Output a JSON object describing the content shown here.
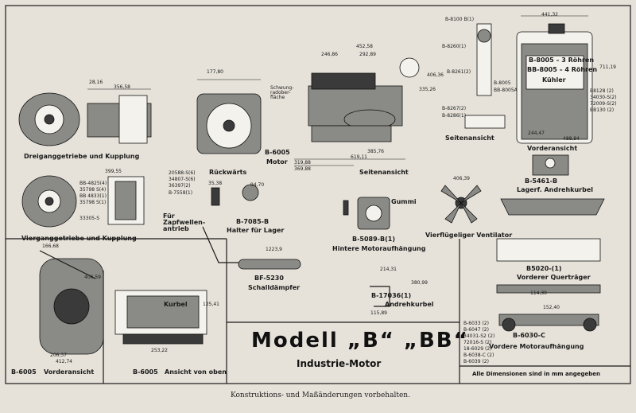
{
  "title": "Modell „B“ „BB“",
  "subtitle": "Industrie-Motor",
  "footnote": "Konstruktions- und Maßänderungen vorbehalten.",
  "dims_note": "Alle Dimensionen sind in mm angegeben",
  "captions": {
    "dreigang": "Dreiganggetriebe und Kupplung",
    "viergang": "Vierganggetriebe und Kupplung",
    "rueckwaerts": "Rückwärts",
    "motor_code": "B-6005",
    "motor": "Motor",
    "seitenansicht": "Seitenansicht",
    "seitenansicht_small": "Seitenansicht",
    "kuehler": "Kühler",
    "kuehler_5": "B-8005 – 3 Röhren",
    "kuehler_bb": "BB-8005 – 4 Röhren",
    "vorderansicht_k": "Vorderansicht",
    "lagerf_code": "B-5461-B",
    "lagerf": "Lagerf. Andrehkurbel",
    "zapfwellen": "Für Zapfwellen-antrieb",
    "halter_code": "B-7085-B",
    "halter": "Halter für Lager",
    "hintere_code": "B-5089-B(1)",
    "hintere": "Hintere Motoraufhängung",
    "gummi": "Gummi",
    "ventilator": "Vierflügeliger Ventilator",
    "querträger_code": "B5020-(1)",
    "querträger": "Vorderer Querträger",
    "schall_code": "BF-5230",
    "schall": "Schalldämpfer",
    "kurbel_code": "B-17036(1)",
    "kurbel": "Andrehkurbel",
    "kurbel_lbl": "Kurbel",
    "vordere_code": "B-6030-C",
    "vordere": "Vordere Motoraufhängung",
    "b6005_v": "B-6005",
    "vorderansicht": "Vorderansicht",
    "b6005_o": "B-6005",
    "oben": "Ansicht von oben",
    "schwung": "Schwung-radober-fläche"
  },
  "part_numbers": {
    "radiator_top": "B-8100 B(1)",
    "radiator_side_a": "B-8260(1)",
    "radiator_side_b": "B-8261(2)",
    "radiator_side_c": "B-8267(2)",
    "radiator_side_d": "B-8286(1)",
    "radiator_mid": "B-8005",
    "radiator_mid2": "BB-8005A",
    "radiator_right": [
      "B8128 (2)",
      "34030-S(2)",
      "72009-S(2)",
      "BB130 (2)"
    ],
    "trans_a": [
      "BB-4825(4)",
      "35798 S(4)",
      "BB 4833(1)",
      "35798 S(1)"
    ],
    "trans_b": [
      "20588-S(6)",
      "34807-S(6)",
      "36397(2)",
      "B-7558(1)"
    ],
    "trans_c": "33305-S",
    "motor_mount": [
      "B-6033 (2)",
      "B-6047 (2)",
      "34031-S2 (2)",
      "72016-S (2)",
      "18-6029 (2)",
      "B-6038-C (2)",
      "B-6039 (2)"
    ]
  },
  "dimensions": {
    "d44132": "441,32",
    "d71119": "711,19",
    "d45258": "452,58",
    "d24686": "246,86",
    "d29289": "292,89",
    "d40636": "406,36",
    "d33526": "335,26",
    "d35658": "356,58",
    "d2816": "28,16",
    "d17780": "177,80",
    "d38585": "385,76",
    "d61911": "619,11",
    "d31988": "319,88",
    "d36988": "369,88",
    "d24447": "244,47",
    "d48894": "488,94",
    "d40639": "406,39",
    "d12239": "1223,9",
    "d21431": "214,31",
    "d38099": "380,99",
    "d11589": "115,89",
    "d11430": "114,30",
    "d15240": "152,40",
    "d16668": "166,68",
    "d40659": "406,59",
    "d20637": "206,37",
    "d41274": "412,74",
    "d25322": "253,22",
    "d12541": "125,41",
    "d39955": "399,55",
    "d9470": "94,70",
    "d3538": "35,38"
  }
}
